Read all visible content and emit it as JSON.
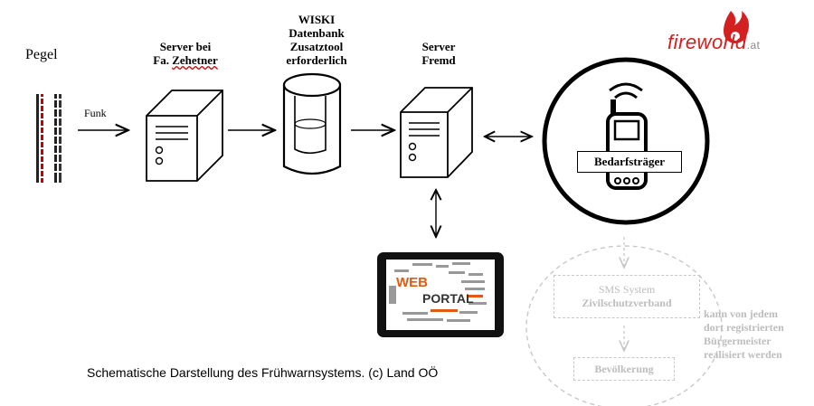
{
  "nodes": {
    "pegel": "Pegel",
    "funk": "Funk",
    "server1_line1": "Server  bei",
    "server1_line2a": "Fa. ",
    "server1_line2b": "Zehetner",
    "wiski_line1": "WISKI",
    "wiski_line2": "Datenbank",
    "wiski_line3": "Zusatztool",
    "wiski_line4": "erforderlich",
    "server2_line1": "Server",
    "server2_line2": "Fremd",
    "bedarf": "Bedarfsträger",
    "sms_line1": "SMS System",
    "sms_line2": "Zivilschutzverband",
    "bevoelkerung": "Bevölkerung",
    "note_line1": "kann von jedem",
    "note_line2": "dort registrierten",
    "note_line3": "Bürgermeister",
    "note_line4": "realisiert werden"
  },
  "portal": {
    "web": "WEB",
    "portal": "PORTAL"
  },
  "caption": "Schematische Darstellung des Frühwarnsystems.  (c) Land OÖ",
  "logo": {
    "main": "fireworld",
    "suffix": ".at"
  },
  "colors": {
    "logo_red": "#d42020",
    "pegel_red": "#d00000",
    "faded_gray": "#bdbdbd"
  }
}
